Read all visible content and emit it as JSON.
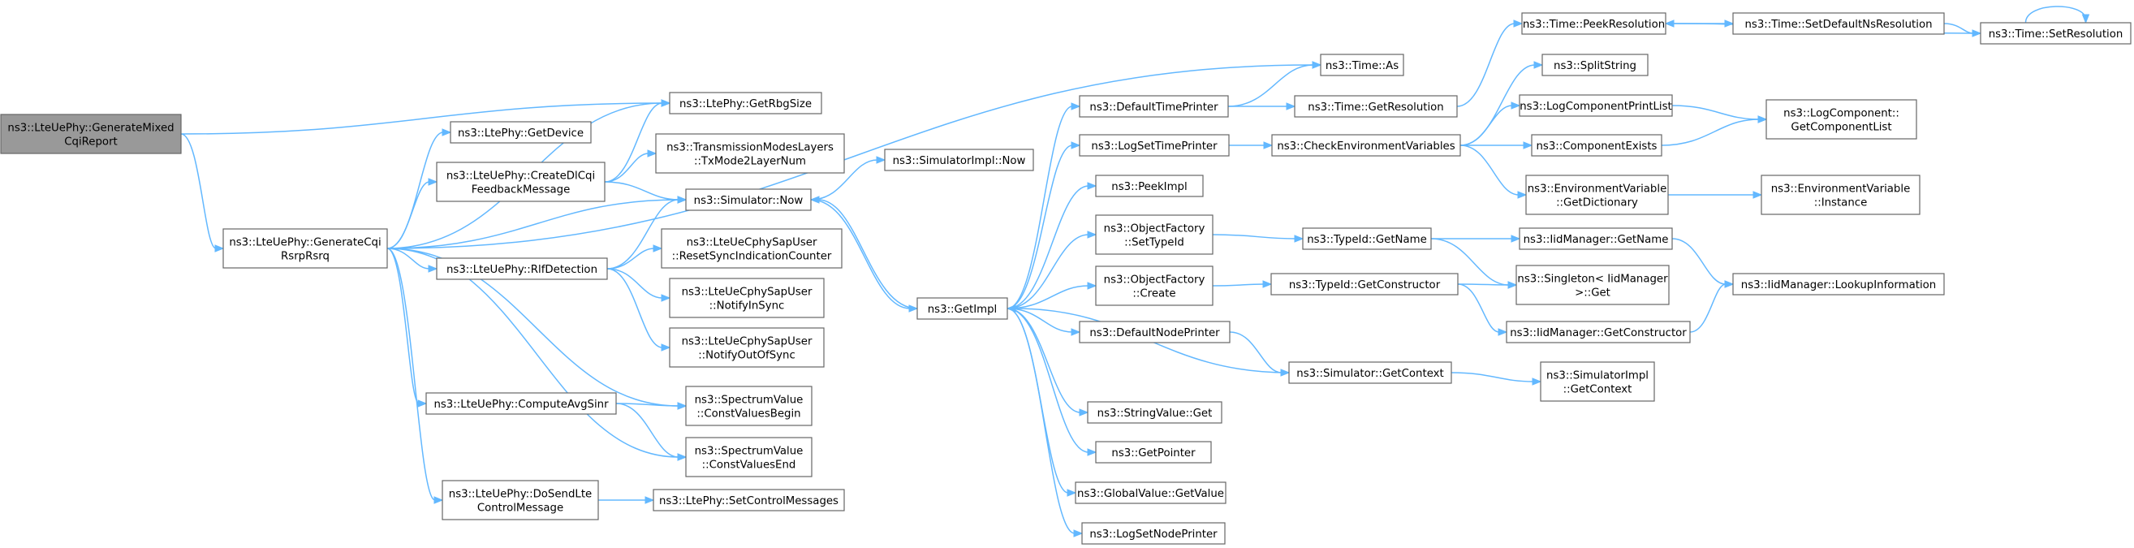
{
  "diagram": {
    "type": "call-graph",
    "colors": {
      "edge": "#63b8ff",
      "node_border": "#666666",
      "root_fill": "#999999",
      "node_fill": "#ffffff"
    },
    "nodes": [
      {
        "id": "root",
        "lines": [
          "ns3::LteUePhy::GenerateMixed",
          "CqiReport"
        ],
        "root": true
      },
      {
        "id": "gencqi",
        "lines": [
          "ns3::LteUePhy::GenerateCqi",
          "RsrpRsrq"
        ]
      },
      {
        "id": "getdevice",
        "lines": [
          "ns3::LtePhy::GetDevice"
        ]
      },
      {
        "id": "rbgsize",
        "lines": [
          "ns3::LtePhy::GetRbgSize"
        ]
      },
      {
        "id": "createdlcqi",
        "lines": [
          "ns3::LteUePhy::CreateDlCqi",
          "FeedbackMessage"
        ]
      },
      {
        "id": "txmode",
        "lines": [
          "ns3::TransmissionModesLayers",
          "::TxMode2LayerNum"
        ]
      },
      {
        "id": "simnow",
        "lines": [
          "ns3::Simulator::Now"
        ]
      },
      {
        "id": "simimplnow",
        "lines": [
          "ns3::SimulatorImpl::Now"
        ]
      },
      {
        "id": "rlf",
        "lines": [
          "ns3::LteUePhy::RlfDetection"
        ]
      },
      {
        "id": "resetsync",
        "lines": [
          "ns3::LteUeCphySapUser",
          "::ResetSyncIndicationCounter"
        ]
      },
      {
        "id": "notifyin",
        "lines": [
          "ns3::LteUeCphySapUser",
          "::NotifyInSync"
        ]
      },
      {
        "id": "notifyout",
        "lines": [
          "ns3::LteUeCphySapUser",
          "::NotifyOutOfSync"
        ]
      },
      {
        "id": "avgsinr",
        "lines": [
          "ns3::LteUePhy::ComputeAvgSinr"
        ]
      },
      {
        "id": "cvbegin",
        "lines": [
          "ns3::SpectrumValue",
          "::ConstValuesBegin"
        ]
      },
      {
        "id": "cvend",
        "lines": [
          "ns3::SpectrumValue",
          "::ConstValuesEnd"
        ]
      },
      {
        "id": "dosend",
        "lines": [
          "ns3::LteUePhy::DoSendLte",
          "ControlMessage"
        ]
      },
      {
        "id": "setctrl",
        "lines": [
          "ns3::LtePhy::SetControlMessages"
        ]
      },
      {
        "id": "timeas",
        "lines": [
          "ns3::Time::As"
        ]
      },
      {
        "id": "getimpl",
        "lines": [
          "ns3::GetImpl"
        ]
      },
      {
        "id": "deftime",
        "lines": [
          "ns3::DefaultTimePrinter"
        ]
      },
      {
        "id": "logsettime",
        "lines": [
          "ns3::LogSetTimePrinter"
        ]
      },
      {
        "id": "peekimpl",
        "lines": [
          "ns3::PeekImpl"
        ]
      },
      {
        "id": "ofsettype",
        "lines": [
          "ns3::ObjectFactory",
          "::SetTypeId"
        ]
      },
      {
        "id": "ofcreate",
        "lines": [
          "ns3::ObjectFactory",
          "::Create"
        ]
      },
      {
        "id": "defnode",
        "lines": [
          "ns3::DefaultNodePrinter"
        ]
      },
      {
        "id": "svget",
        "lines": [
          "ns3::StringValue::Get"
        ]
      },
      {
        "id": "getpointer",
        "lines": [
          "ns3::GetPointer"
        ]
      },
      {
        "id": "gvget",
        "lines": [
          "ns3::GlobalValue::GetValue"
        ]
      },
      {
        "id": "logsetnode",
        "lines": [
          "ns3::LogSetNodePrinter"
        ]
      },
      {
        "id": "timegetres",
        "lines": [
          "ns3::Time::GetResolution"
        ]
      },
      {
        "id": "checkenv",
        "lines": [
          "ns3::CheckEnvironmentVariables"
        ]
      },
      {
        "id": "tidgetname",
        "lines": [
          "ns3::TypeId::GetName"
        ]
      },
      {
        "id": "tidgetctor",
        "lines": [
          "ns3::TypeId::GetConstructor"
        ]
      },
      {
        "id": "simgetctx",
        "lines": [
          "ns3::Simulator::GetContext"
        ]
      },
      {
        "id": "peekres",
        "lines": [
          "ns3::Time::PeekResolution"
        ]
      },
      {
        "id": "splitstr",
        "lines": [
          "ns3::SplitString"
        ]
      },
      {
        "id": "logcompprint",
        "lines": [
          "ns3::LogComponentPrintList"
        ]
      },
      {
        "id": "compexists",
        "lines": [
          "ns3::ComponentExists"
        ]
      },
      {
        "id": "envgetdict",
        "lines": [
          "ns3::EnvironmentVariable",
          "::GetDictionary"
        ]
      },
      {
        "id": "iidgetname",
        "lines": [
          "ns3::IidManager::GetName"
        ]
      },
      {
        "id": "singleton",
        "lines": [
          "ns3::Singleton< IidManager",
          ">::Get"
        ]
      },
      {
        "id": "iidgetctor",
        "lines": [
          "ns3::IidManager::GetConstructor"
        ]
      },
      {
        "id": "simimplctx",
        "lines": [
          "ns3::SimulatorImpl",
          "::GetContext"
        ]
      },
      {
        "id": "setdefns",
        "lines": [
          "ns3::Time::SetDefaultNsResolution"
        ]
      },
      {
        "id": "setres",
        "lines": [
          "ns3::Time::SetResolution"
        ]
      },
      {
        "id": "getcomplist",
        "lines": [
          "ns3::LogComponent::",
          "GetComponentList"
        ]
      },
      {
        "id": "envinstance",
        "lines": [
          "ns3::EnvironmentVariable",
          "::Instance"
        ]
      },
      {
        "id": "lookupinfo",
        "lines": [
          "ns3::IidManager::LookupInformation"
        ]
      }
    ],
    "edges": [
      [
        "root",
        "gencqi"
      ],
      [
        "root",
        "rbgsize"
      ],
      [
        "gencqi",
        "timeas"
      ],
      [
        "gencqi",
        "rbgsize"
      ],
      [
        "gencqi",
        "getdevice"
      ],
      [
        "gencqi",
        "createdlcqi"
      ],
      [
        "gencqi",
        "simnow"
      ],
      [
        "gencqi",
        "rlf"
      ],
      [
        "gencqi",
        "avgsinr"
      ],
      [
        "gencqi",
        "cvbegin"
      ],
      [
        "gencqi",
        "cvend"
      ],
      [
        "gencqi",
        "dosend"
      ],
      [
        "createdlcqi",
        "rbgsize"
      ],
      [
        "createdlcqi",
        "txmode"
      ],
      [
        "createdlcqi",
        "simnow"
      ],
      [
        "simnow",
        "simimplnow"
      ],
      [
        "simnow",
        "getimpl"
      ],
      [
        "rlf",
        "simnow"
      ],
      [
        "rlf",
        "resetsync"
      ],
      [
        "rlf",
        "notifyin"
      ],
      [
        "rlf",
        "notifyout"
      ],
      [
        "avgsinr",
        "cvbegin"
      ],
      [
        "avgsinr",
        "cvend"
      ],
      [
        "dosend",
        "setctrl"
      ],
      [
        "getimpl",
        "simnow"
      ],
      [
        "getimpl",
        "deftime"
      ],
      [
        "getimpl",
        "logsettime"
      ],
      [
        "getimpl",
        "peekimpl"
      ],
      [
        "getimpl",
        "ofsettype"
      ],
      [
        "getimpl",
        "ofcreate"
      ],
      [
        "getimpl",
        "defnode"
      ],
      [
        "getimpl",
        "svget"
      ],
      [
        "getimpl",
        "getpointer"
      ],
      [
        "getimpl",
        "gvget"
      ],
      [
        "getimpl",
        "logsetnode"
      ],
      [
        "deftime",
        "timeas"
      ],
      [
        "deftime",
        "timegetres"
      ],
      [
        "logsettime",
        "checkenv"
      ],
      [
        "ofsettype",
        "tidgetname"
      ],
      [
        "ofcreate",
        "tidgetctor"
      ],
      [
        "defnode",
        "simgetctx"
      ],
      [
        "simgetctx",
        "getimpl"
      ],
      [
        "simgetctx",
        "simimplctx"
      ],
      [
        "timegetres",
        "peekres"
      ],
      [
        "peekres",
        "setdefns"
      ],
      [
        "setdefns",
        "setres"
      ],
      [
        "setres",
        "peekres"
      ],
      [
        "setres",
        "setres"
      ],
      [
        "checkenv",
        "splitstr"
      ],
      [
        "checkenv",
        "logcompprint"
      ],
      [
        "checkenv",
        "compexists"
      ],
      [
        "checkenv",
        "envgetdict"
      ],
      [
        "logcompprint",
        "getcomplist"
      ],
      [
        "compexists",
        "getcomplist"
      ],
      [
        "envgetdict",
        "envinstance"
      ],
      [
        "tidgetname",
        "iidgetname"
      ],
      [
        "tidgetname",
        "singleton"
      ],
      [
        "tidgetctor",
        "singleton"
      ],
      [
        "tidgetctor",
        "iidgetctor"
      ],
      [
        "iidgetname",
        "lookupinfo"
      ],
      [
        "iidgetctor",
        "lookupinfo"
      ]
    ]
  }
}
